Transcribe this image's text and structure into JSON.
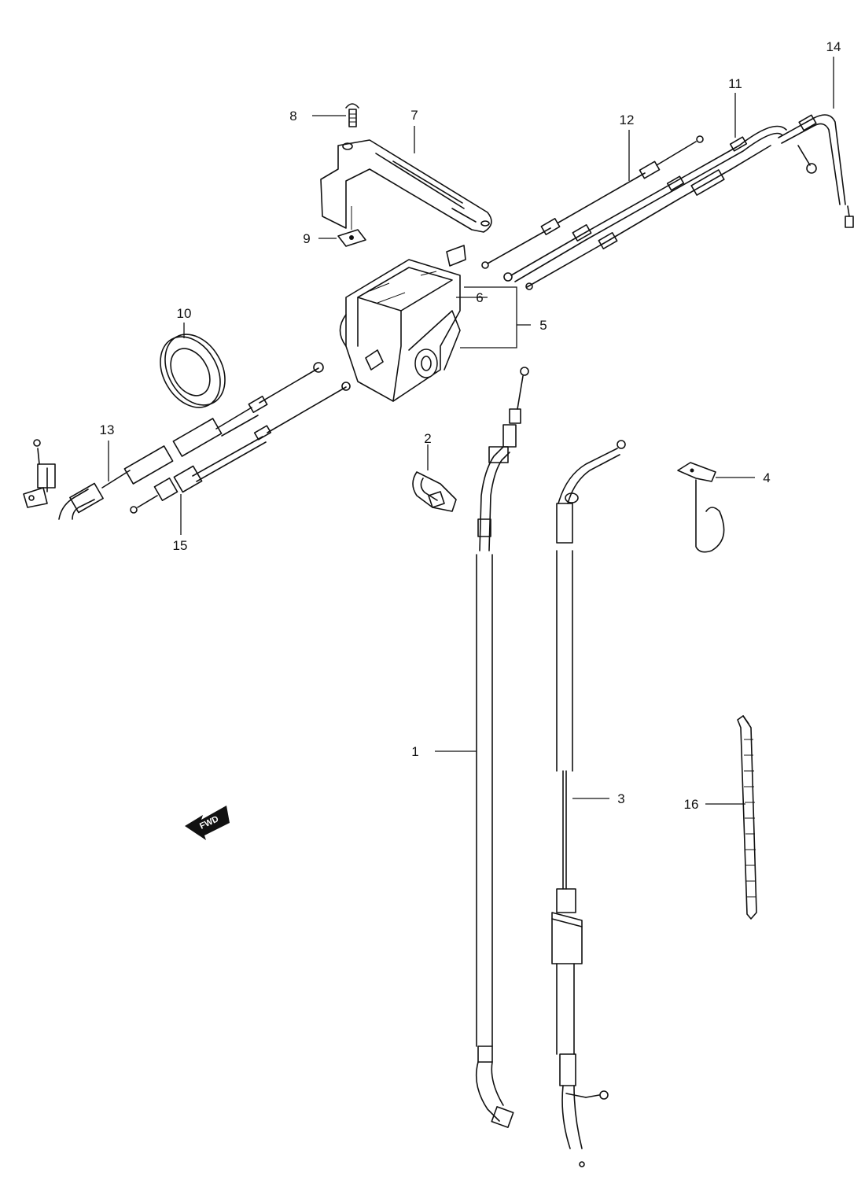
{
  "callouts": [
    {
      "id": "1",
      "label": "1"
    },
    {
      "id": "2",
      "label": "2"
    },
    {
      "id": "3",
      "label": "3"
    },
    {
      "id": "4",
      "label": "4"
    },
    {
      "id": "5",
      "label": "5"
    },
    {
      "id": "6",
      "label": "6"
    },
    {
      "id": "7",
      "label": "7"
    },
    {
      "id": "8",
      "label": "8"
    },
    {
      "id": "9",
      "label": "9"
    },
    {
      "id": "10",
      "label": "10"
    },
    {
      "id": "11",
      "label": "11"
    },
    {
      "id": "12",
      "label": "12"
    },
    {
      "id": "13",
      "label": "13"
    },
    {
      "id": "14",
      "label": "14"
    },
    {
      "id": "15",
      "label": "15"
    },
    {
      "id": "16",
      "label": "16"
    }
  ],
  "direction_marker": {
    "text": "FWD",
    "icon": "forward-arrow-icon"
  },
  "colors": {
    "ink": "#111111",
    "paper": "#ffffff"
  }
}
